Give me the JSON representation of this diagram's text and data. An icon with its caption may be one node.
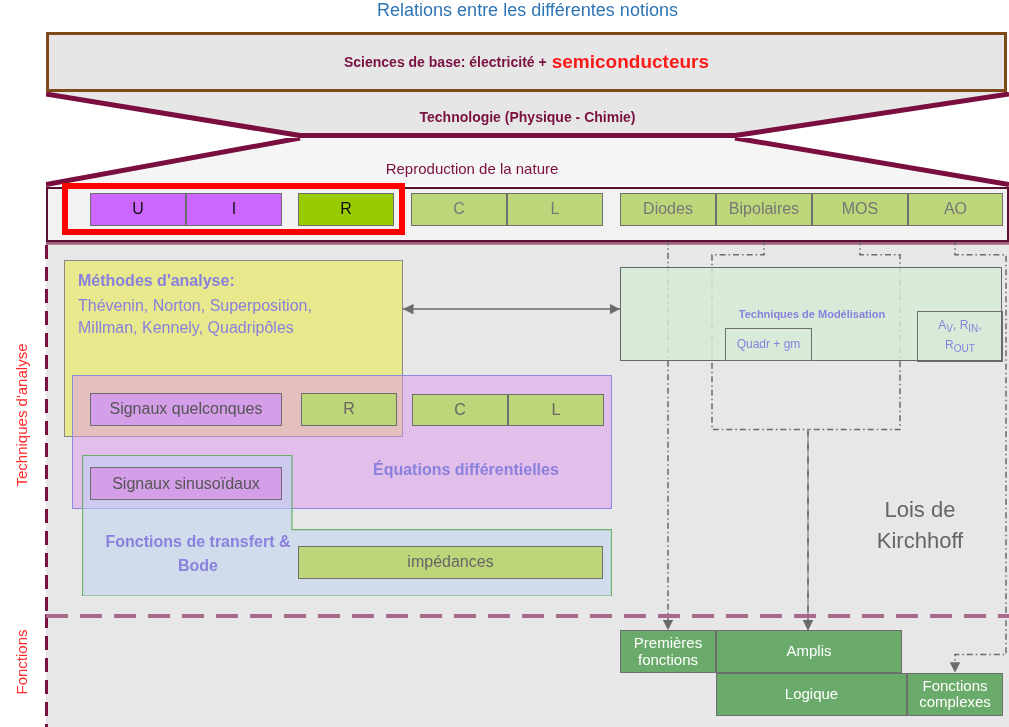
{
  "diagram": {
    "title": "Relations entre les différentes notions",
    "nodes": [
      {
        "text": [
          "Sciences de base: électricité +",
          "semiconducteurs"
        ]
      },
      {
        "text": [
          "Technologie (Physique - Chimie)"
        ]
      },
      {
        "text": [
          "Reproduction de la nature"
        ]
      },
      {
        "text": [],
        "shape": "box",
        "in": 2
      },
      {
        "text": [
          "U"
        ],
        "in": 3
      },
      {
        "text": [
          "I"
        ],
        "in": 3
      },
      {
        "text": [
          "R"
        ],
        "in": 3
      },
      {
        "text": [
          "C"
        ],
        "in": 2
      },
      {
        "text": [
          "L"
        ],
        "in": 2
      },
      {
        "text": [
          "Diodes"
        ],
        "in": 2
      },
      {
        "text": [
          "Bipolaires"
        ],
        "in": 2
      },
      {
        "text": [
          "MOS"
        ],
        "in": 2
      },
      {
        "text": [
          "AO"
        ],
        "in": 2
      },
      {
        "text": [
          "Techniques d'analyse"
        ]
      },
      {
        "text": [
          "Méthodes d'analyse:",
          "Thévenin, Norton, Superposition, Millman, Kennely, Quadripôles"
        ],
        "in": 13
      },
      {
        "text": [
          "Équations différentielles"
        ],
        "in": 13
      },
      {
        "text": [
          "Signaux quelconques"
        ]
      },
      {
        "text": [
          "R"
        ]
      },
      {
        "text": [
          "C"
        ],
        "in": 15
      },
      {
        "text": [
          "L"
        ],
        "in": 15
      },
      {
        "text": [
          "Fonctions de transfert & Bode"
        ],
        "in": 13
      },
      {
        "text": [
          "Signaux sinusoïdaux"
        ]
      },
      {
        "text": [
          "impédances"
        ],
        "in": 20
      },
      {
        "text": [
          "Techniques de Modélisation"
        ],
        "in": 13
      },
      {
        "text": [
          "Quadr + gm"
        ],
        "in": 23
      },
      {
        "text": [
          "A$_{V}$, R$_{IN}$, R$_{OUT}$"
        ],
        "in": 23
      },
      {
        "text": [
          "Fonctions"
        ]
      },
      {
        "text": [
          "Premières fonctions"
        ],
        "in": 26
      },
      {
        "text": [
          "Amplis"
        ],
        "in": 26
      },
      {
        "text": [
          "Logique"
        ],
        "in": 26
      },
      {
        "text": [
          "Fonctions complexes"
        ],
        "in": 26
      }
    ],
    "edges": [
      {
        "from": 14,
        "to": 23,
        "arrow": "both"
      },
      {
        "from": 9,
        "to": 27,
        "arrow": "to",
        "style": "dashed"
      },
      {
        "from": 10,
        "to": 28,
        "arrow": "to",
        "style": "dashed"
      },
      {
        "from": 11,
        "to": 28,
        "arrow": "to",
        "style": "dashed"
      },
      {
        "from": 12,
        "to": 30,
        "arrow": "to",
        "style": "dashed"
      }
    ],
    "labels": [
      "Lois de Kirchhoff"
    ]
  }
}
